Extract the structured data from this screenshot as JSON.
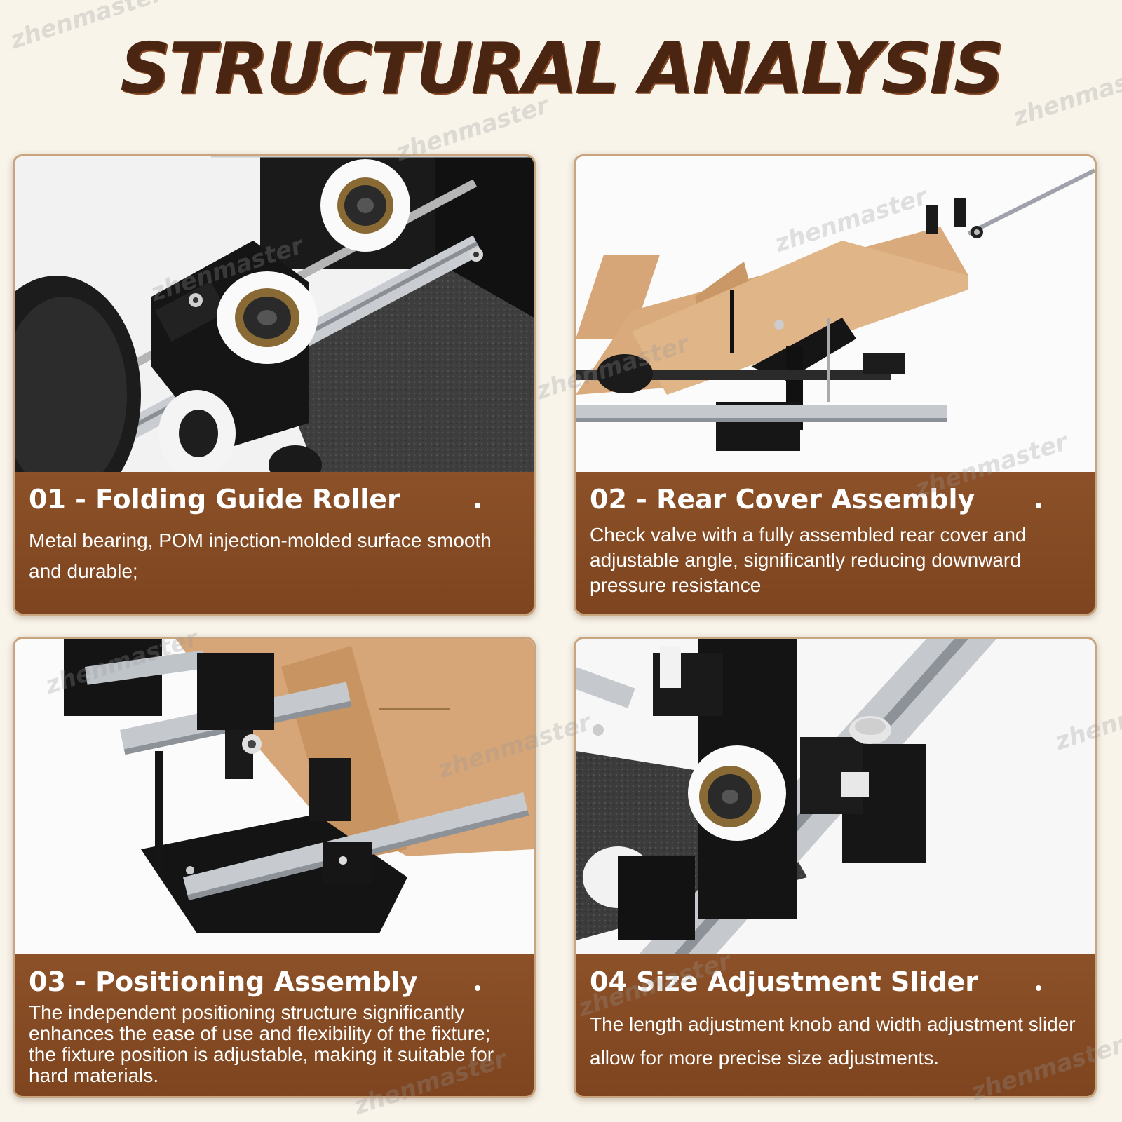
{
  "page": {
    "title": "STRUCTURAL ANALYSIS",
    "watermark": "zhenmaster"
  },
  "cards": [
    {
      "heading": "01 - Folding Guide Roller",
      "text": "Metal bearing, POM injection-molded surface smooth and durable;"
    },
    {
      "heading": "02 - Rear Cover Assembly",
      "text": "Check valve with a fully assembled rear cover and adjustable angle, significantly reducing downward pressure resistance"
    },
    {
      "heading": "03 - Positioning Assembly",
      "text": "The independent positioning structure significantly enhances the ease of use and flexibility of the fixture; the fixture position is adjustable, making it suitable for hard materials."
    },
    {
      "heading": "04 Size Adjustment Slider",
      "text": "The length adjustment knob and width adjustment slider allow for more precise size adjustments."
    }
  ],
  "colors": {
    "title": "#4a2512",
    "caption_band": "#8c5128",
    "background": "#f8f4ea"
  }
}
